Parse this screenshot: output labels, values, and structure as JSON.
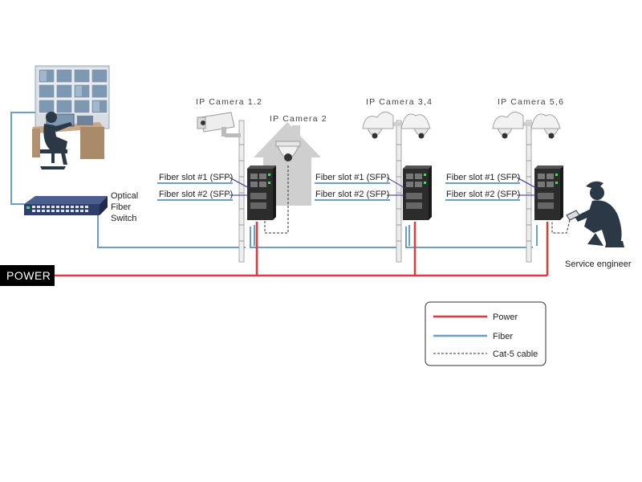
{
  "camera_titles": [
    "IP Camera 1.2",
    "IP Camera 2",
    "IP Camera 3,4",
    "IP Camera 5,6"
  ],
  "fiber_slot_labels": [
    "Fiber slot #1 (SFP)",
    "Fiber slot #2 (SFP)"
  ],
  "switch_label_lines": [
    "Optical",
    "Fiber",
    "Switch"
  ],
  "power_label": "POWER",
  "service_engineer_label": "Service engineer",
  "legend": {
    "power_label": "Power",
    "fiber_label": "Fiber",
    "cat5_label": "Cat-5 cable"
  },
  "colors": {
    "power": "#e03a3e",
    "fiber": "#6c9fc6",
    "switch": "#2f3f6b",
    "monitor": "#7f98b2",
    "figure": "#2b3946",
    "house": "#cfcfcf",
    "media_converter": "#2c2c2c",
    "slot_leader": "#2e2f8f"
  }
}
